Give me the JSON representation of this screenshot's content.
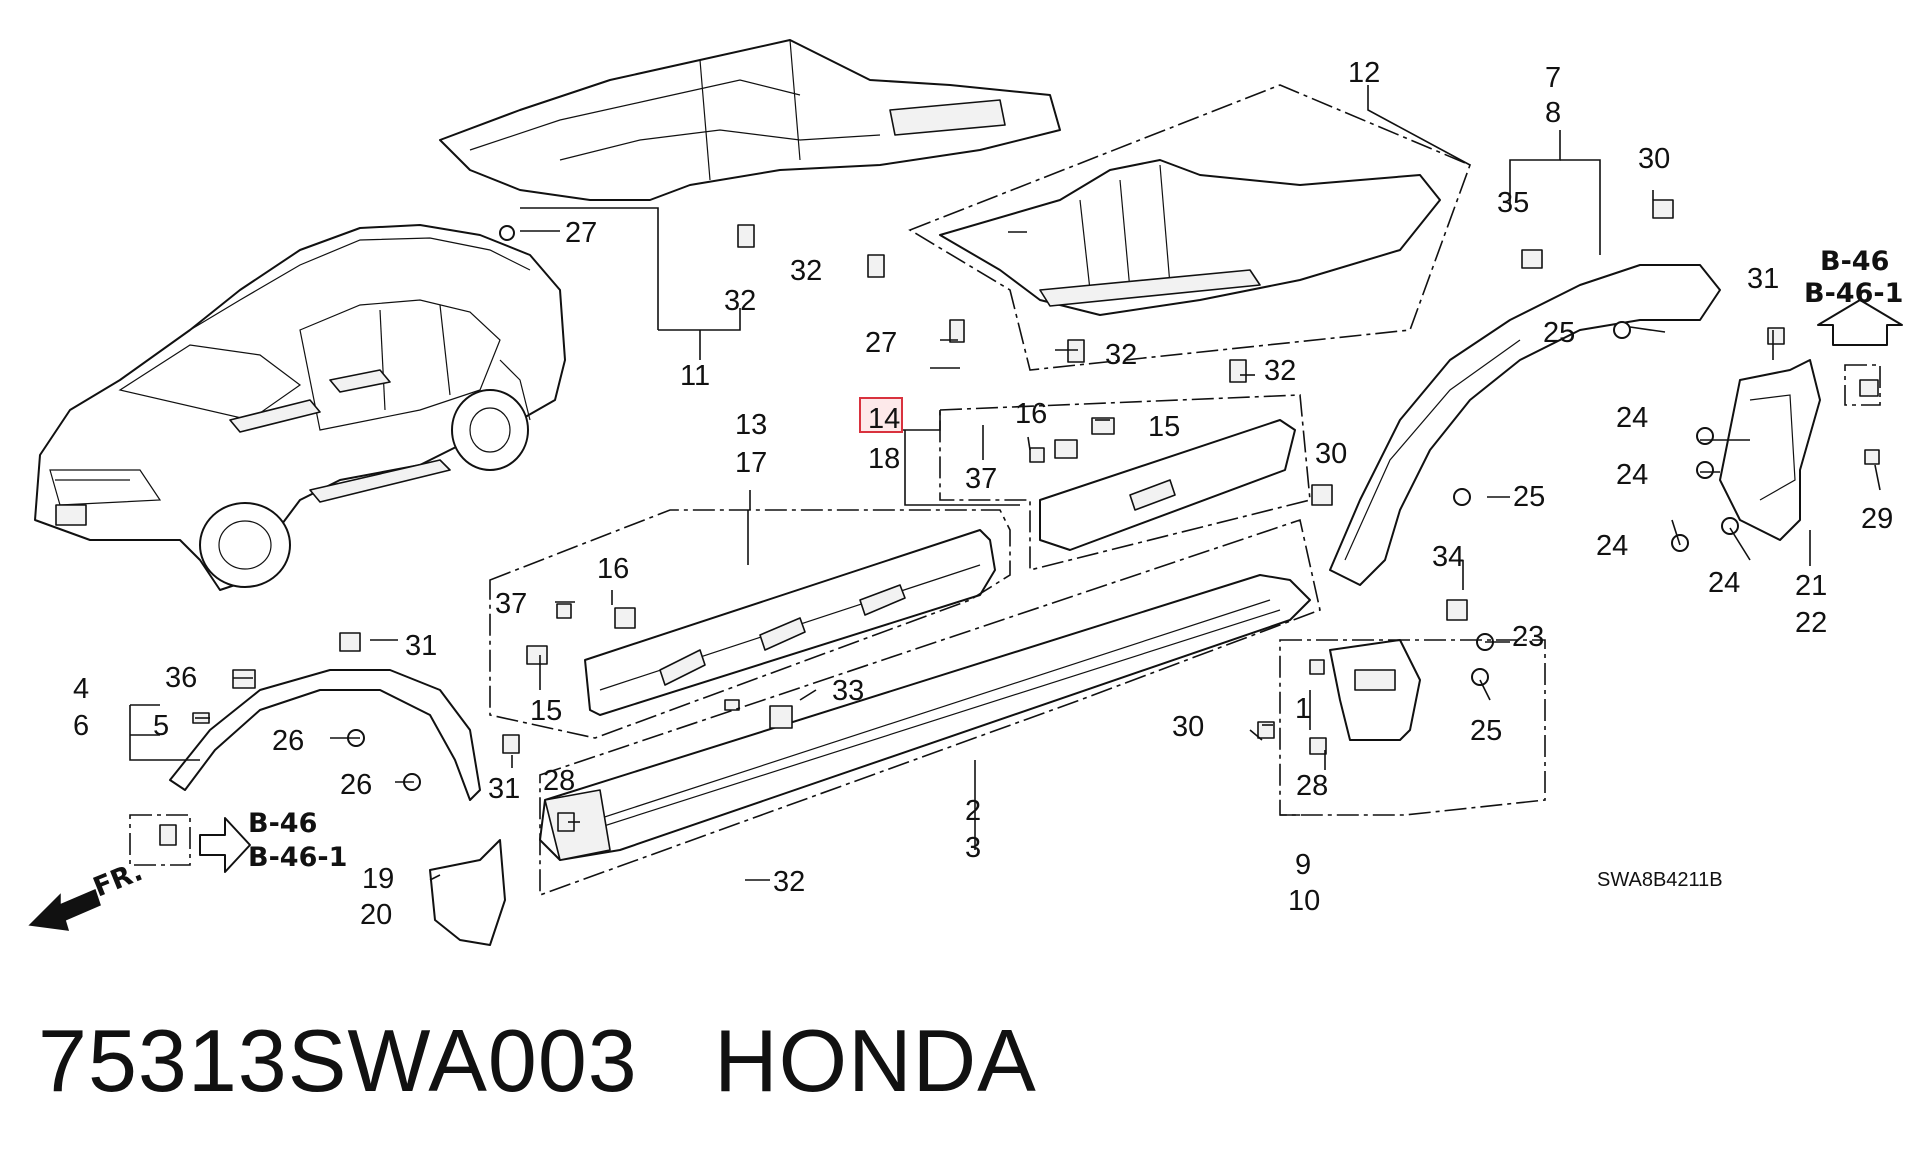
{
  "diagram_code": "SWA8B4211B",
  "highlighted_callout": "14",
  "highlight_color": "#d9323e",
  "footer": {
    "part_number": "75313SWA003",
    "brand": "HONDA"
  },
  "callouts": {
    "c12": "12",
    "c7": "7",
    "c8": "8",
    "c30a": "30",
    "c35": "35",
    "c27a": "27",
    "c32a": "32",
    "c32b": "32",
    "c11": "11",
    "c27b": "27",
    "c32c": "32",
    "c32d": "32",
    "c25a": "25",
    "c31a": "31",
    "c14": "14",
    "c18": "18",
    "c16a": "16",
    "c15a": "15",
    "c37a": "37",
    "c13": "13",
    "c17": "17",
    "c30b": "30",
    "c24a": "24",
    "c24b": "24",
    "c24c": "24",
    "c24d": "24",
    "c25b": "25",
    "c29": "29",
    "c21": "21",
    "c22": "22",
    "c34": "34",
    "c23": "23",
    "c25c": "25",
    "c16b": "16",
    "c37b": "37",
    "c15b": "15",
    "c33": "33",
    "c36": "36",
    "c4": "4",
    "c6": "6",
    "c5": "5",
    "c31b": "31",
    "c26a": "26",
    "c26b": "26",
    "c31c": "31",
    "c30c": "30",
    "c1": "1",
    "c28a": "28",
    "c28b": "28",
    "c9": "9",
    "c10": "10",
    "c2": "2",
    "c3": "3",
    "c19": "19",
    "c20": "20",
    "c32e": "32"
  },
  "refs": {
    "right_top": "B-46",
    "right_bottom": "B-46-1",
    "left_top": "B-46",
    "left_bottom": "B-46-1"
  },
  "front_marker": "FR."
}
